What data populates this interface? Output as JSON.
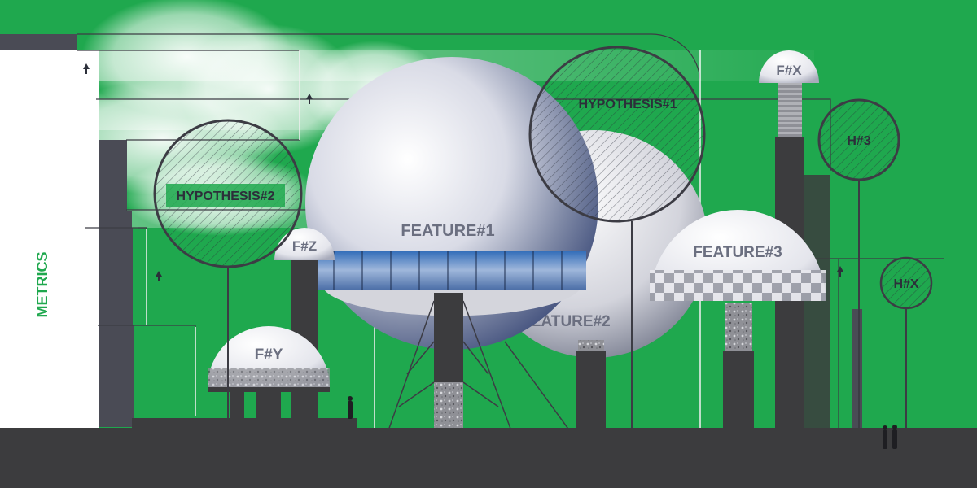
{
  "side_label": "METRICS",
  "labels": {
    "hypothesis_1": "HYPOTHESIS#1",
    "hypothesis_2": "HYPOTHESIS#2",
    "h3": "H#3",
    "hx": "H#X",
    "feature_1": "FEATURE#1",
    "feature_2": "FEATURE#2",
    "feature_3": "FEATURE#3",
    "fx": "F#X",
    "fz": "F#Z",
    "fy": "F#Y"
  },
  "colors": {
    "background": "#1fa84e",
    "dark": "#3c3c3e",
    "accent_text": "#1fa84e",
    "label_grey": "#6b6f80",
    "circle_stroke": "#3c3c44"
  },
  "icons": [
    "cloud-icon",
    "up-arrow-icon",
    "person-silhouette-icon"
  ]
}
